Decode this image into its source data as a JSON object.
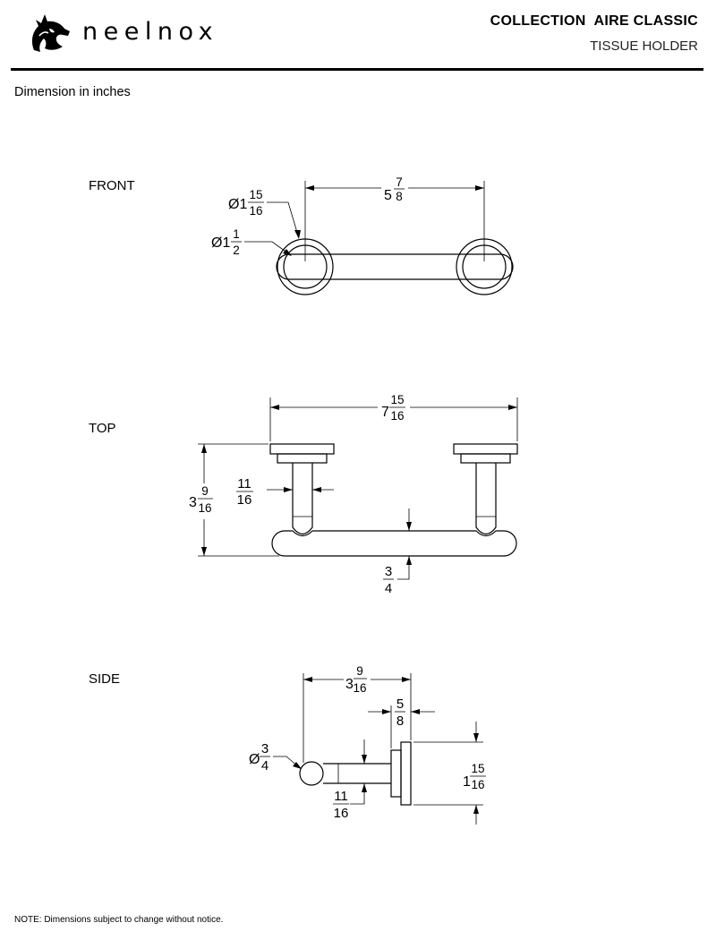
{
  "header": {
    "brand": "neelnox",
    "collection": "COLLECTION  AIRE CLASSIC",
    "product": "TISSUE HOLDER"
  },
  "units_note": "Dimension in inches",
  "views": {
    "front": {
      "label": "FRONT",
      "dims": {
        "outer_dia": {
          "prefix": "Ø1",
          "num": "15",
          "den": "16"
        },
        "inner_dia": {
          "prefix": "Ø1",
          "num": "1",
          "den": "2"
        },
        "center_span": {
          "prefix": "5",
          "num": "7",
          "den": "8"
        }
      }
    },
    "top": {
      "label": "TOP",
      "dims": {
        "overall_width": {
          "prefix": "7",
          "num": "15",
          "den": "16"
        },
        "depth": {
          "prefix": "3",
          "num": "9",
          "den": "16"
        },
        "post_width": {
          "num": "11",
          "den": "16"
        },
        "bar_thickness": {
          "num": "3",
          "den": "4"
        }
      }
    },
    "side": {
      "label": "SIDE",
      "dims": {
        "projection": {
          "prefix": "3",
          "num": "9",
          "den": "16"
        },
        "flange_thickness": {
          "num": "5",
          "den": "8"
        },
        "bar_dia": {
          "prefix": "Ø",
          "num": "3",
          "den": "4"
        },
        "post_height": {
          "num": "11",
          "den": "16"
        },
        "flange_dia": {
          "prefix": "1",
          "num": "15",
          "den": "16"
        }
      }
    }
  },
  "footer_note": "NOTE: Dimensions subject to change without notice."
}
